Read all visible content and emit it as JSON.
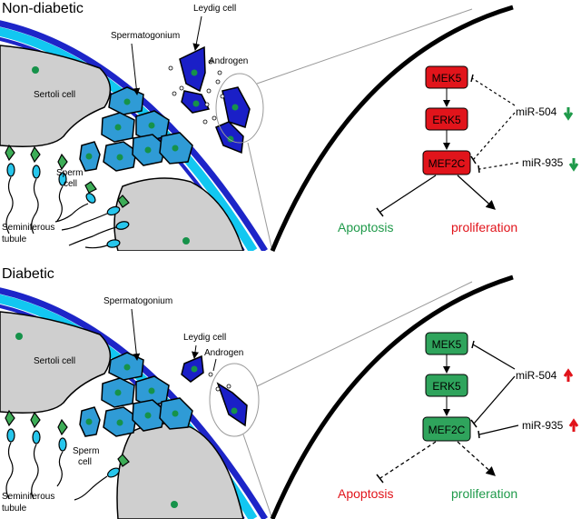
{
  "colors": {
    "blue_dark": "#1d25c8",
    "blue_light": "#12c7f1",
    "red": "#e1141b",
    "green_box": "#2fa45c",
    "green_text": "#1f9a4a",
    "cell_blue": "#2f9bd6",
    "leydig": "#1a1fc7",
    "nucleus": "#16924a",
    "sertoli": "#cfcfcf",
    "sperm_head": "#3dad57",
    "sperm_mid": "#27c6ec"
  },
  "panels": [
    {
      "id": "nondiabetic",
      "title": "Non-diabetic",
      "cells": {
        "spermatogonium": "Spermatogonium",
        "leydig": "Leydig cell",
        "androgen": "Androgen",
        "sertoli": "Sertoli cell",
        "sperm_line1": "Sperm",
        "sperm_line2": "cell",
        "tubule_line1": "Seminiferous",
        "tubule_line2": "tubule"
      },
      "pathway": {
        "mek5": "MEK5",
        "erk5": "ERK5",
        "mef2c": "MEF2C",
        "mir504": "miR-504",
        "mir935": "miR-935",
        "apoptosis": "Apoptosis",
        "proliferation": "proliferation",
        "box_color": "red",
        "mirna_direction": "down",
        "apoptosis_color": "green",
        "proliferation_color": "red"
      }
    },
    {
      "id": "diabetic",
      "title": "Diabetic",
      "cells": {
        "spermatogonium": "Spermatogonium",
        "leydig": "Leydig cell",
        "androgen": "Androgen",
        "sertoli": "Sertoli cell",
        "sperm_line1": "Sperm",
        "sperm_line2": "cell",
        "tubule_line1": "Seminiferous",
        "tubule_line2": "tubule"
      },
      "pathway": {
        "mek5": "MEK5",
        "erk5": "ERK5",
        "mef2c": "MEF2C",
        "mir504": "miR-504",
        "mir935": "miR-935",
        "apoptosis": "Apoptosis",
        "proliferation": "proliferation",
        "box_color": "green",
        "mirna_direction": "up",
        "apoptosis_color": "red",
        "proliferation_color": "green"
      }
    }
  ]
}
